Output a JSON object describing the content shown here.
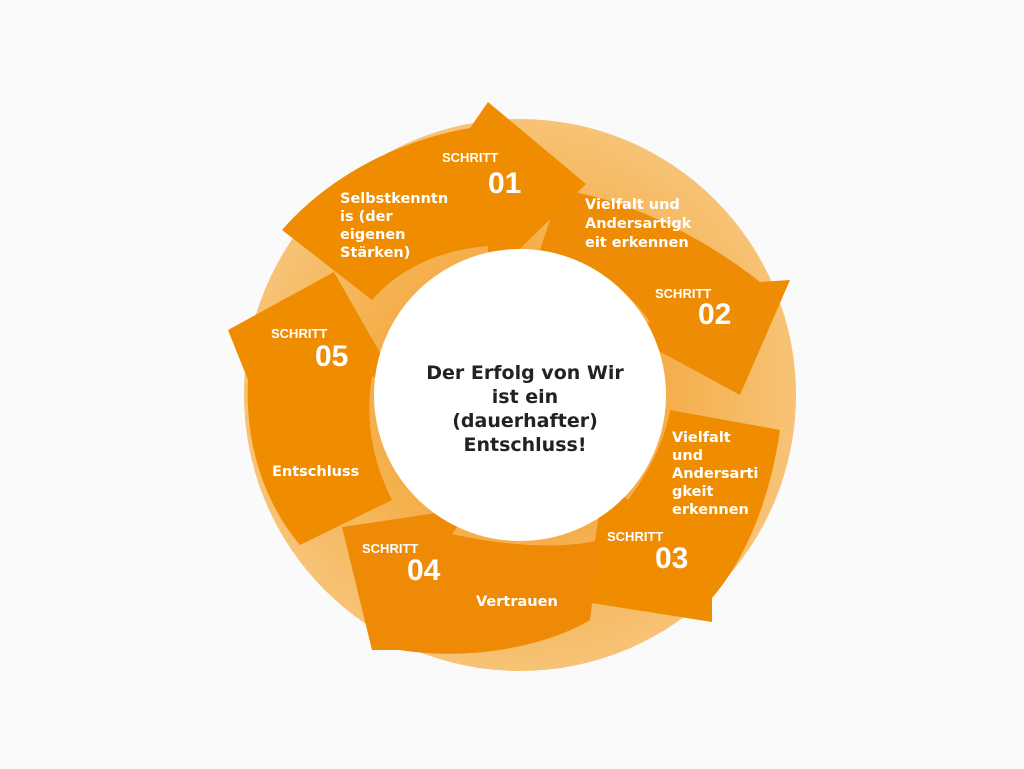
{
  "colors": {
    "background": "#fafafa",
    "ring_light": "#f7c57a",
    "ring_mid": "#f5b255",
    "arrow_orange": "#f08c00",
    "arrow_orange_dark": "#ee8a06",
    "center_fill": "#ffffff",
    "text_light": "#ffffff",
    "text_dark": "#222222"
  },
  "center": {
    "lines": [
      "Der Erfolg von Wir",
      "ist ein",
      "(dauerhafter)",
      "Entschluss!"
    ]
  },
  "steps": [
    {
      "label": "SCHRITT",
      "number": "01",
      "text_lines": [
        "Selbstkenntn",
        "is (der",
        "eigenen",
        "Stärken)"
      ]
    },
    {
      "label": "SCHRITT",
      "number": "02",
      "text_lines": [
        "Vielfalt und",
        "Andersartigk",
        "eit erkennen"
      ]
    },
    {
      "label": "SCHRITT",
      "number": "03",
      "text_lines": [
        "Vielfalt",
        "und",
        "Andersarti",
        "gkeit",
        "erkennen"
      ]
    },
    {
      "label": "SCHRITT",
      "number": "04",
      "text_lines": [
        "Vertrauen"
      ]
    },
    {
      "label": "SCHRITT",
      "number": "05",
      "text_lines": [
        "Entschluss"
      ]
    }
  ]
}
